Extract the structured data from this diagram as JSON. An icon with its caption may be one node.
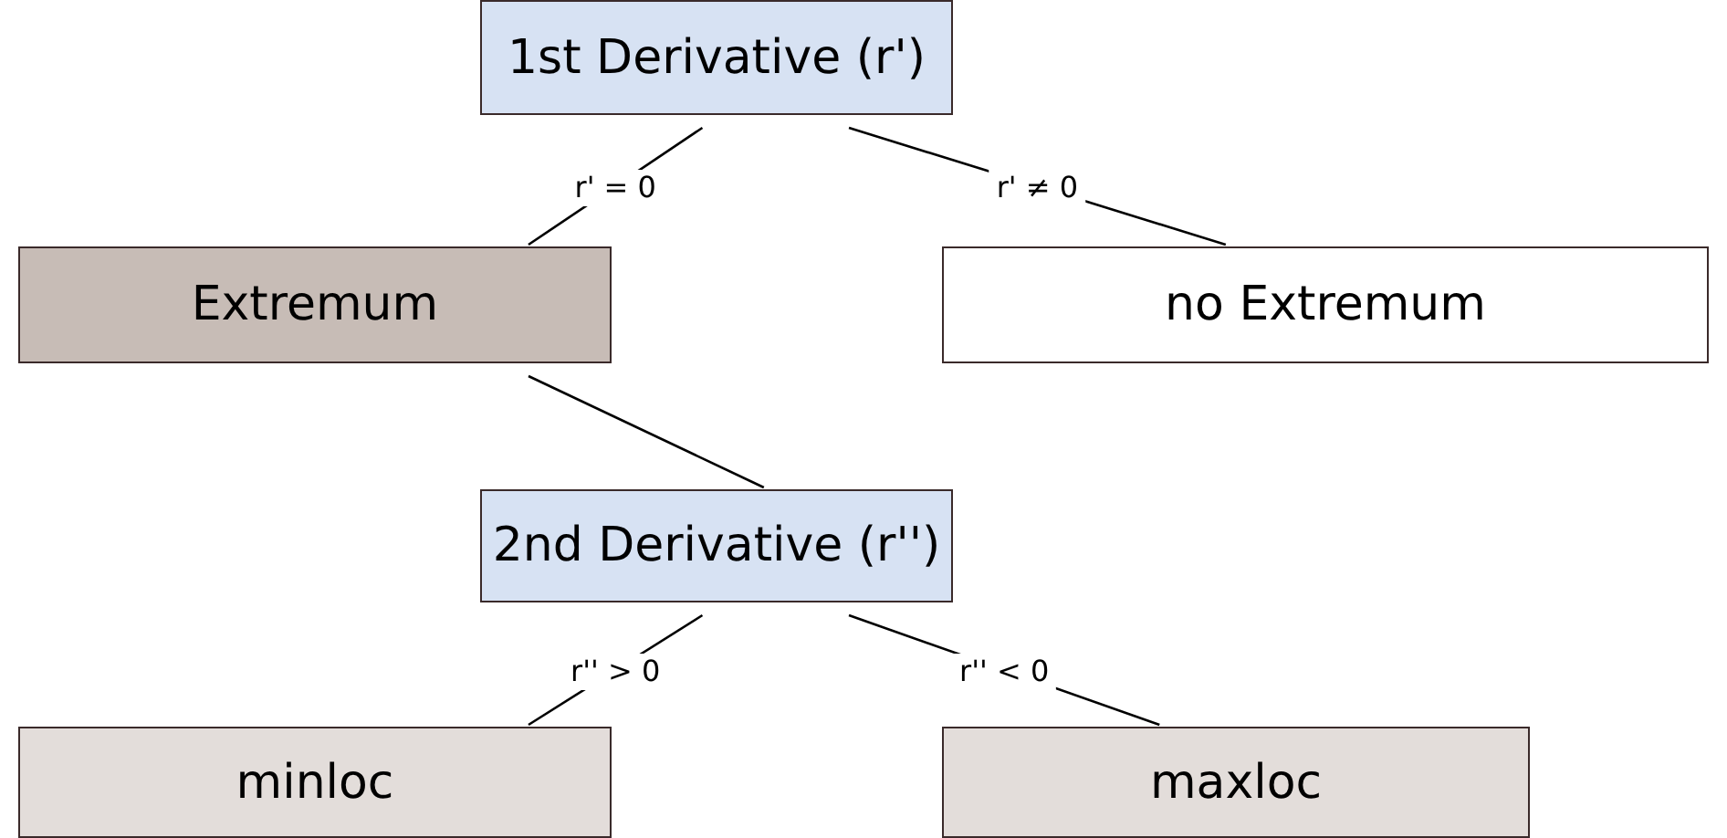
{
  "diagram": {
    "nodes": [
      {
        "text": [
          "1st Derivative (r')"
        ]
      },
      {
        "text": [
          "Extremum"
        ]
      },
      {
        "text": [
          "no Extremum"
        ]
      },
      {
        "text": [
          "2nd Derivative (r'')"
        ]
      },
      {
        "text": [
          "minloc"
        ]
      },
      {
        "text": [
          "maxloc"
        ]
      }
    ],
    "edges": [
      {
        "from": 0,
        "to": 1,
        "arrow": "none",
        "label": "r' = 0"
      },
      {
        "from": 0,
        "to": 2,
        "arrow": "none",
        "label": "r' ≠ 0"
      },
      {
        "from": 1,
        "to": 3,
        "arrow": "none"
      },
      {
        "from": 3,
        "to": 4,
        "arrow": "none",
        "label": "r'' > 0"
      },
      {
        "from": 3,
        "to": 5,
        "arrow": "none",
        "label": "r'' < 0"
      }
    ]
  }
}
